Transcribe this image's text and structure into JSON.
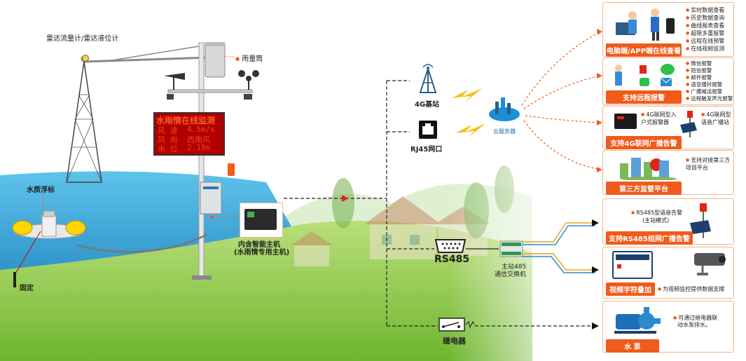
{
  "labels": {
    "radar": "雷达流量计/雷达液位计",
    "rain_gauge": "雨量筒",
    "buoy": "水质浮标",
    "fixed": "固定",
    "host_line1": "内含智能主机",
    "host_line2": "(水雨情专用主机)",
    "base_station": "4G基站",
    "rj45": "RJ45网口",
    "cloud": "云服务器",
    "rs485": "RS485",
    "switch_line1": "主站485",
    "switch_line2": "通信交换机",
    "relay": "继电器"
  },
  "led": {
    "title": "水雨情在线监测",
    "rows": [
      {
        "k": "风 速",
        "v": "4.5m/s"
      },
      {
        "k": "风 向",
        "v": "西南风"
      },
      {
        "k": "水 位",
        "v": "2.18m"
      }
    ]
  },
  "cards": {
    "pc_app": {
      "title": "电脑端/APP端在线查看",
      "items": [
        "实时数据查看",
        "历史数据查询",
        "曲线报表查看",
        "超限多重报警",
        "远程在线预警",
        "在线视频监测"
      ]
    },
    "remote_alarm": {
      "title": "支持远程报警",
      "items": [
        "微信报警",
        "短信报警",
        "邮件报警",
        "语音播铃报警",
        "广播喊话报警",
        "远程触发声光报警"
      ]
    },
    "broadcast_4g": {
      "title": "支持4G联网广播告警",
      "item1": "4G联网型入户式报警器",
      "item2": "4G联网型语音广播站"
    },
    "third_party": {
      "title": "第三方监管平台",
      "item": "支持对接第三方项目平台"
    },
    "broadcast_485": {
      "title": "支持RS485组网广播告警",
      "item_line1": "RS485型语音告警",
      "item_line2": "(主站模式)"
    },
    "video": {
      "title": "视频字符叠加",
      "item": "为视频监控提供数据支撑"
    },
    "pump": {
      "title": "水 泵",
      "item_line1": "可通过继电器联",
      "item_line2": "动水泵排水。"
    }
  },
  "colors": {
    "accent": "#f05a1a",
    "led_bg": "#b00000",
    "led_text": "#ff3c1e",
    "water": "#3aa9d8",
    "grass": "#8cc63f",
    "tower_blue": "#2a5d8a"
  }
}
